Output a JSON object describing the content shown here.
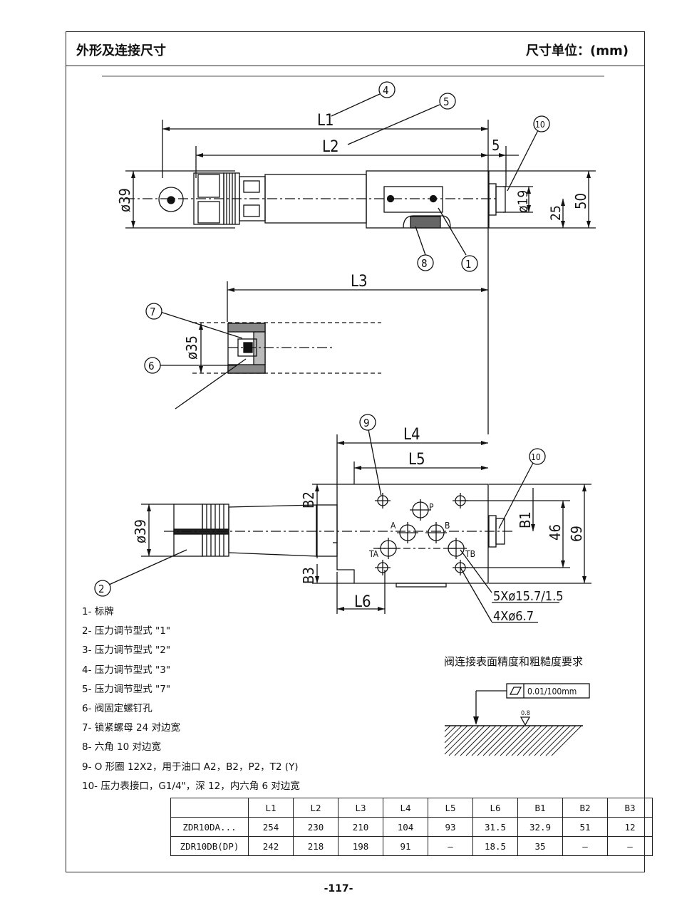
{
  "header": {
    "title": "外形及连接尺寸",
    "unit": "尺寸单位：(mm)"
  },
  "drawing": {
    "dims": {
      "L1": "L1",
      "L2": "L2",
      "L3": "L3",
      "L4": "L4",
      "L5": "L5",
      "L6": "L6",
      "d39": "ø39",
      "d39b": "ø39",
      "d35": "ø35",
      "d19": "ø19",
      "five": "5",
      "fifty": "50",
      "twentyfive": "25",
      "B1": "B1",
      "B2": "B2",
      "B3": "B3",
      "fortysix": "46",
      "sixtynine": "69",
      "holes1": "5Xø15.7/1.5",
      "holes2": "4Xø6.7"
    },
    "ports": {
      "P": "P",
      "A": "A",
      "B": "B",
      "TA": "TA",
      "TB": "TB"
    },
    "callouts": [
      "1",
      "2",
      "4",
      "5",
      "6",
      "7",
      "8",
      "9",
      "10",
      "10"
    ],
    "surface": {
      "tolerance": "0.01/100mm",
      "roughness": "0.8"
    }
  },
  "legend": [
    "1- 标牌",
    "2- 压力调节型式 \"1\"",
    "3- 压力调节型式 \"2\"",
    "4- 压力调节型式 \"3\"",
    "5- 压力调节型式 \"7\"",
    "6- 阀固定螺钉孔",
    "7- 锁紧螺母 24 对边宽",
    "8- 六角 10 对边宽",
    "9- O 形圈 12X2，用于油口 A2，B2，P2，T2 (Y)",
    "10- 压力表接口，G1/4\"，深 12，内六角 6 对边宽"
  ],
  "surface_title": "阀连接表面精度和粗糙度要求",
  "table": {
    "headers": [
      "",
      "L1",
      "L2",
      "L3",
      "L4",
      "L5",
      "L6",
      "B1",
      "B2",
      "B3"
    ],
    "rows": [
      [
        "ZDR10DA...",
        "254",
        "230",
        "210",
        "104",
        "93",
        "31.5",
        "32.9",
        "51",
        "12"
      ],
      [
        "ZDR10DB(DP)",
        "242",
        "218",
        "198",
        "91",
        "—",
        "18.5",
        "35",
        "—",
        "—"
      ]
    ]
  },
  "page_number": "-117-"
}
